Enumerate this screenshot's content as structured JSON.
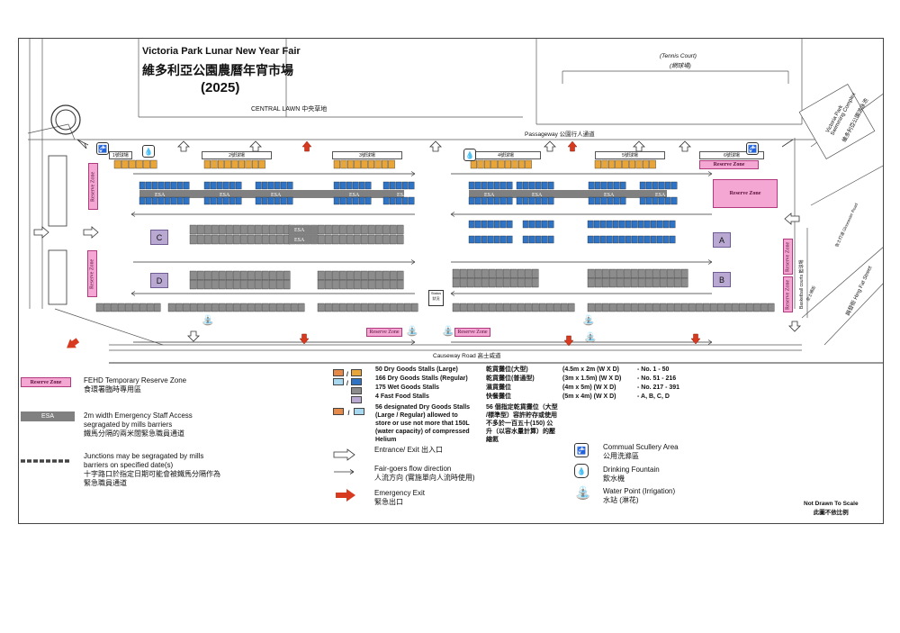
{
  "title": {
    "en": "Victoria Park Lunar New Year Fair",
    "zh": "維多利亞公園農曆年宵市場",
    "year": "(2025)"
  },
  "map": {
    "central_lawn": "CENTRAL LAWN 中央草地",
    "tennis_court": "(Tennis Court)",
    "tennis_court_zh": "(網球場)",
    "passageway": "Passageway 公園行人通道",
    "swimming_complex": "Victoria Park Swimming Complex",
    "swimming_complex_zh": "維多利亞公園游泳池",
    "basketball_courts": "Basketball courts 籃球場",
    "causeway_road": "Causeway Road 高士威道",
    "hing_fat_street": "興發街 Hing Fat Street",
    "gloucester_road": "告士打道 Gloucester Road",
    "kingston_street": "京士頓街",
    "courts": [
      "1號球場",
      "2號球場",
      "3號球場",
      "4號球場",
      "5號球場",
      "6號球場"
    ],
    "zone_letters": [
      "A",
      "B",
      "C",
      "D"
    ],
    "reserve_zone": "Reserve Zone",
    "esa": "ESA",
    "status": "Status",
    "status_zh": "狀況"
  },
  "legend": {
    "reserve": {
      "en": "FEHD Temporary Reserve Zone",
      "zh": "食環署臨時專用區",
      "swatch": "Reserve Zone"
    },
    "esa": {
      "en1": "2m width Emergency Staff Access",
      "en2": "segragated by mills barriers",
      "zh": "鐵馬分隔的兩米闊緊急職員通道",
      "swatch": "ESA"
    },
    "junction": {
      "en1": "Junctions may be segragated by mills",
      "en2": "barriers on specified date(s)",
      "zh1": "十字路口於指定日期可能會被鐵馬分隔作為",
      "zh2": "緊急職員通道"
    },
    "entrance": {
      "en": "Entrance/ Exit",
      "zh": "出入口"
    },
    "flow": {
      "en": "Fair-goers flow direction",
      "zh": "人流方向 (實施單向人流時使用)"
    },
    "emergency": {
      "en": "Emergency Exit",
      "zh": "緊急出口"
    },
    "stalls": [
      {
        "slash": "/",
        "en": "50 Dry Goods Stalls (Large)",
        "zh": "乾貨攤位(大型)",
        "size": "(4.5m x 2m  (W X D)",
        "nos": "- No. 1 - 50"
      },
      {
        "slash": "/",
        "en": "166 Dry Goods Stalls (Regular)",
        "zh": "乾貨攤位(普通型)",
        "size": "(3m x 1.5m) (W X D)",
        "nos": "- No. 51 - 216"
      },
      {
        "slash": "",
        "en": "175 Wet Goods Stalls",
        "zh": "濕貨攤位",
        "size": "(4m x 5m)    (W X D)",
        "nos": "- No. 217 - 391"
      },
      {
        "slash": "",
        "en": "4 Fast Food Stalls",
        "zh": "快餐攤位",
        "size": "(5m x 4m)    (W X D)",
        "nos": "- A, B, C, D"
      }
    ],
    "designated": {
      "slash": "/",
      "en1": "56 designated Dry Goods Stalls",
      "en2": "(Large / Regular) allowed to",
      "en3": "store or use not more that 150L",
      "en4": "(water capacity) of compressed",
      "en5": "Helium",
      "zh1": "56 個指定乾貨攤位（大型",
      "zh2": "/標準型）容許貯存或使用",
      "zh3": "不多於一百五十(150) 公",
      "zh4": "升（以容水量計算）的壓",
      "zh5": "縮氦"
    },
    "scullery": {
      "en": "Commual Scullery Area",
      "zh": "公用洗滌區"
    },
    "fountain": {
      "en": "Drinking Fountain",
      "zh": "飲水機"
    },
    "water_point": {
      "en": "Water Point (Irrigation)",
      "zh": "水站 (淋花)"
    },
    "not_to_scale": "Not Drawn To Scale",
    "not_to_scale_zh": "此圖不依比例"
  },
  "colors": {
    "large_stall": "#e8a53a",
    "regular_stall": "#2f73c4",
    "wet_stall": "#8c8c8c",
    "fast_food": "#b9a9d2",
    "reserve_zone": "#f4a7d3",
    "esa": "#808080",
    "emergency_exit": "#d83a1f",
    "designated_large": "#e68a4a",
    "designated_regular": "#a8d8f0"
  },
  "icons": {
    "entrance": "hollow-arrow-icon",
    "flow": "thin-arrow-icon",
    "emergency": "red-arrow-icon",
    "scullery": "sink-icon",
    "fountain": "water-drop-icon",
    "water_point": "sprinkler-icon"
  }
}
